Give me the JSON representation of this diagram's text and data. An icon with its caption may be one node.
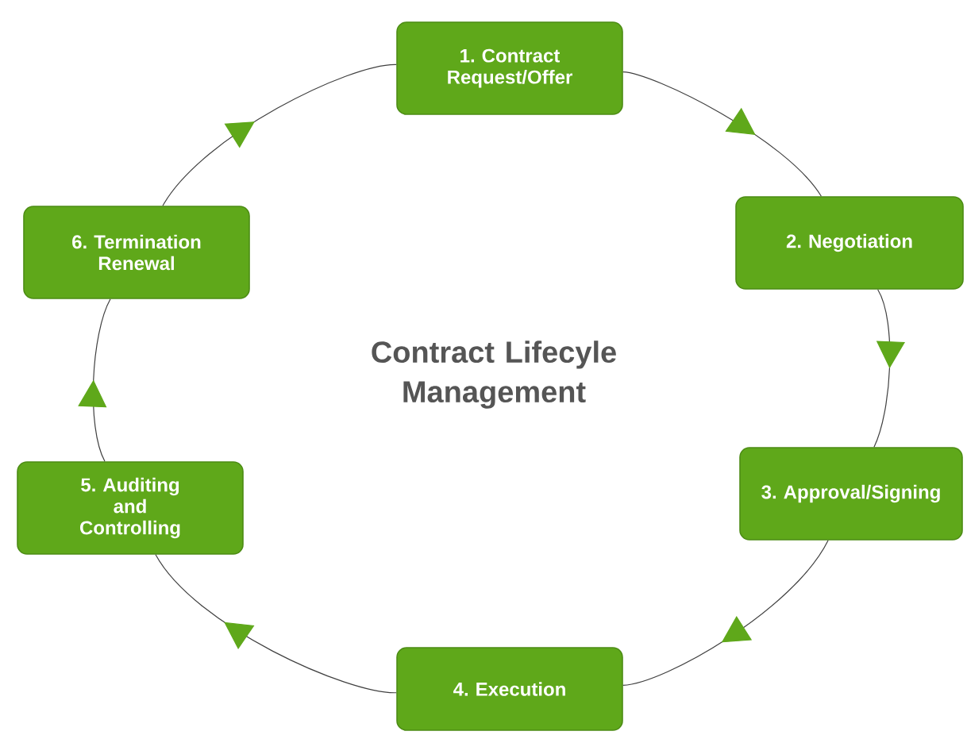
{
  "diagram": {
    "title": "Contract Lifecyle Management",
    "nodes": [
      {
        "text": [
          "1. Contract Request/Offer"
        ]
      },
      {
        "text": [
          "2. Negotiation"
        ]
      },
      {
        "text": [
          "3. Approval/Signing"
        ]
      },
      {
        "text": [
          "4. Execution"
        ]
      },
      {
        "text": [
          "5. Auditing and Controlling"
        ]
      },
      {
        "text": [
          "6. Termination Renewal"
        ]
      }
    ],
    "edges": [
      {
        "from": 0,
        "to": 1,
        "arrow": "to"
      },
      {
        "from": 1,
        "to": 2,
        "arrow": "to"
      },
      {
        "from": 2,
        "to": 3,
        "arrow": "to"
      },
      {
        "from": 3,
        "to": 4,
        "arrow": "to"
      },
      {
        "from": 4,
        "to": 5,
        "arrow": "to"
      },
      {
        "from": 5,
        "to": 0,
        "arrow": "to"
      }
    ]
  }
}
